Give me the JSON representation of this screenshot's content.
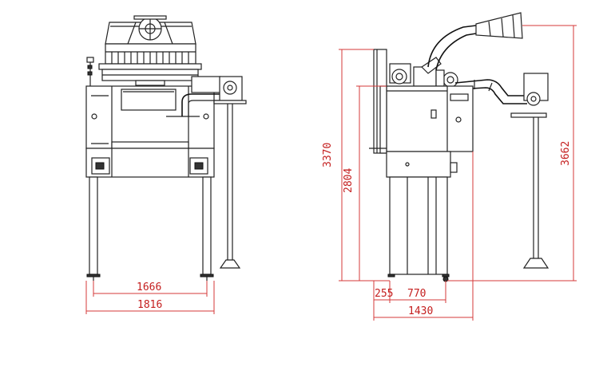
{
  "dimensions": {
    "front_inner_width": "1666",
    "front_outer_width": "1816",
    "side_height_total": "3370",
    "side_height_body": "2804",
    "side_height_duct": "3662",
    "side_offset": "255",
    "side_depth": "770",
    "side_total_width": "1430"
  },
  "colors": {
    "line": "#222222",
    "dimension": "#d43a3a"
  }
}
